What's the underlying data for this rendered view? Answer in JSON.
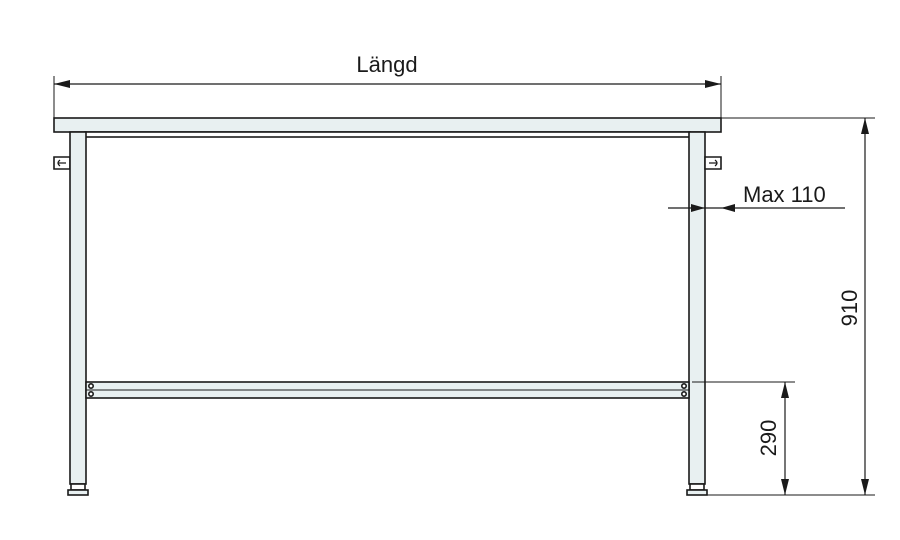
{
  "labels": {
    "length": "Längd",
    "overhang": "Max 110",
    "height_total": "910",
    "height_shelf": "290"
  }
}
